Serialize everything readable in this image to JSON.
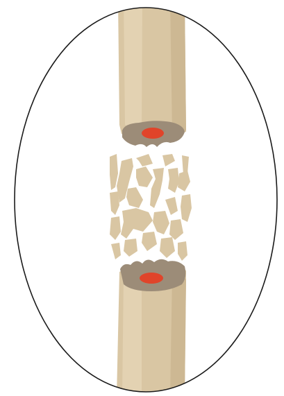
{
  "figure": {
    "subject": "comminuted-bone-fracture",
    "parts": [
      "upper-bone-shaft",
      "lower-bone-shaft",
      "marrow-cavity",
      "bone-fragments",
      "oval-frame"
    ]
  },
  "colors": {
    "background": "#ffffff",
    "frame_stroke": "#1a1a1a",
    "bone": "#d9c6a3",
    "bone_highlight": "#e3d2b2",
    "bone_shadow": "#cdb893",
    "cortex_cross_section": "#9c8c78",
    "cortex_inner": "#8a7b68",
    "marrow": "#e0442a",
    "fragment": "#d9c6a3"
  }
}
